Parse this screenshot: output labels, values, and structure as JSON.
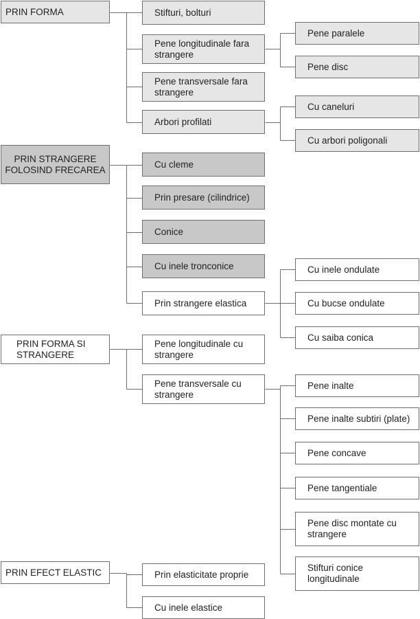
{
  "diagram": {
    "colors": {
      "light_fill": "#e6e6e6",
      "dark_fill": "#c8c8c8",
      "white_fill": "#ffffff",
      "border": "#6e6e6e",
      "connector": "#6e6e6e"
    },
    "categories": [
      {
        "label": "PRIN FORMA",
        "style": "light",
        "children": [
          {
            "label": "Stifturi, bolturi"
          },
          {
            "label": "Pene longitudinale fara strangere",
            "children": [
              {
                "label": "Pene paralele"
              },
              {
                "label": "Pene disc"
              }
            ]
          },
          {
            "label": "Pene transversale fara strangere"
          },
          {
            "label": "Arbori profilati",
            "children": [
              {
                "label": "Cu caneluri"
              },
              {
                "label": "Cu arbori poligonali"
              }
            ]
          }
        ]
      },
      {
        "label": "PRIN STRANGERE FOLOSIND FRECAREA",
        "style": "dark",
        "children": [
          {
            "label": "Cu cleme"
          },
          {
            "label": "Prin presare (cilindrice)"
          },
          {
            "label": "Conice"
          },
          {
            "label": "Cu inele tronconice"
          },
          {
            "label": "Prin strangere elastica",
            "style": "white",
            "children": [
              {
                "label": "Cu inele ondulate"
              },
              {
                "label": "Cu bucse ondulate"
              },
              {
                "label": "Cu saiba conica"
              }
            ]
          }
        ]
      },
      {
        "label": "PRIN FORMA SI STRANGERE",
        "style": "white",
        "children": [
          {
            "label": "Pene longitudinale cu strangere"
          },
          {
            "label": "Pene transversale cu strangere",
            "children": [
              {
                "label": "Pene inalte"
              },
              {
                "label": "Pene inalte subtiri (plate)"
              },
              {
                "label": "Pene concave"
              },
              {
                "label": "Pene tangentiale"
              },
              {
                "label": "Pene disc montate cu strangere"
              },
              {
                "label": "Stifturi conice longitudinale"
              }
            ]
          }
        ]
      },
      {
        "label": "PRIN EFECT ELASTIC",
        "style": "white",
        "children": [
          {
            "label": "Prin elasticitate proprie"
          },
          {
            "label": "Cu inele elastice"
          }
        ]
      }
    ]
  }
}
